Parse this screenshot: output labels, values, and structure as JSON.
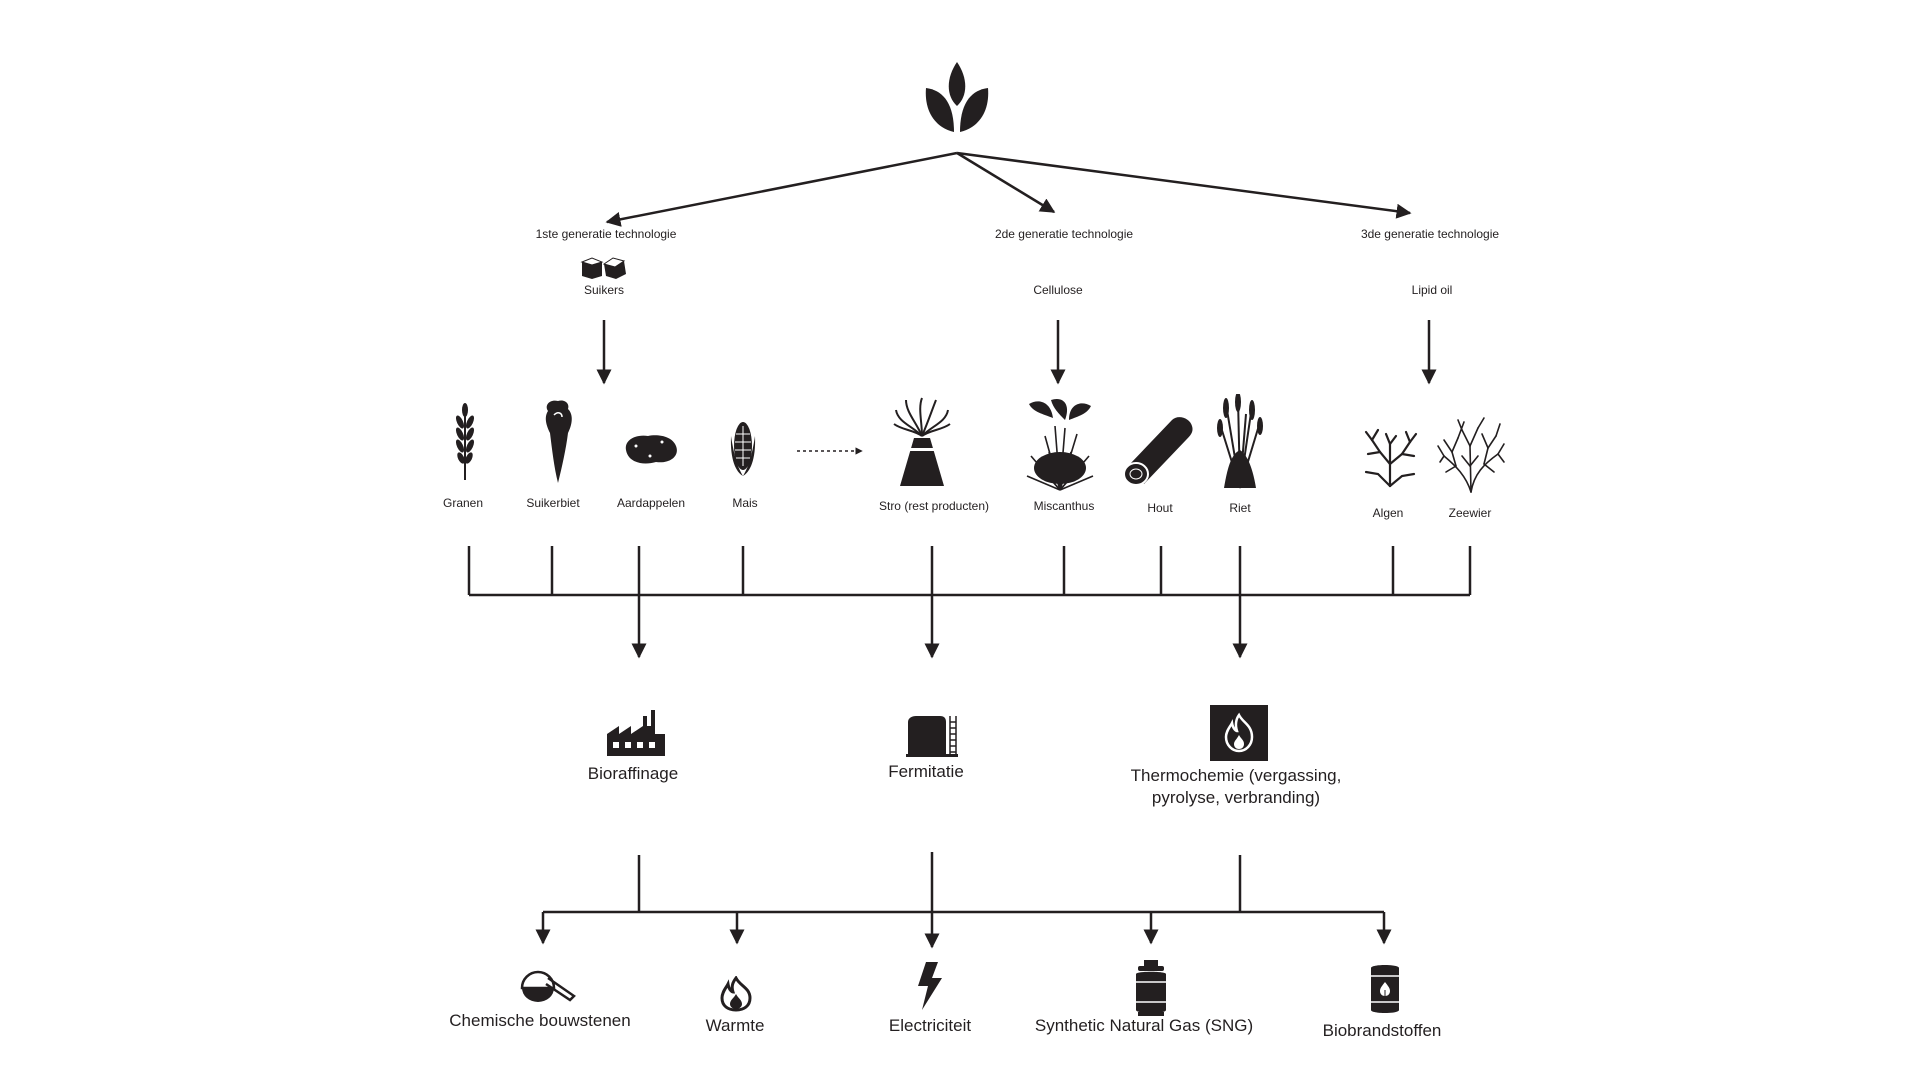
{
  "generations": [
    {
      "label": "1ste generatie technologie",
      "feedstock": "Suikers"
    },
    {
      "label": "2de generatie technologie",
      "feedstock": "Cellulose"
    },
    {
      "label": "3de generatie technologie",
      "feedstock": "Lipid oil"
    }
  ],
  "crops": [
    {
      "label": "Granen",
      "icon": "wheat-icon"
    },
    {
      "label": "Suikerbiet",
      "icon": "sugar-beet-icon"
    },
    {
      "label": "Aardappelen",
      "icon": "potato-icon"
    },
    {
      "label": "Mais",
      "icon": "corn-icon"
    },
    {
      "label": "Stro (rest producten)",
      "icon": "straw-bundle-icon"
    },
    {
      "label": "Miscanthus",
      "icon": "miscanthus-icon"
    },
    {
      "label": "Hout",
      "icon": "log-icon"
    },
    {
      "label": "Riet",
      "icon": "reed-icon"
    },
    {
      "label": "Algen",
      "icon": "algae-icon"
    },
    {
      "label": "Zeewier",
      "icon": "seaweed-icon"
    }
  ],
  "processes": [
    {
      "label": "Bioraffinage",
      "icon": "factory-icon"
    },
    {
      "label": "Fermitatie",
      "icon": "fermentation-tank-icon"
    },
    {
      "label": "Thermochemie (vergassing,",
      "label2": "pyrolyse, verbranding)",
      "icon": "fire-icon"
    }
  ],
  "products": [
    {
      "label": "Chemische bouwstenen",
      "icon": "flask-icon"
    },
    {
      "label": "Warmte",
      "icon": "flame-icon"
    },
    {
      "label": "Electriciteit",
      "icon": "lightning-icon"
    },
    {
      "label": "Synthetic Natural Gas (SNG)",
      "icon": "gas-cylinder-icon"
    },
    {
      "label": "Biobrandstoffen",
      "icon": "fuel-barrel-icon"
    }
  ],
  "colors": {
    "ink": "#231f20",
    "background": "#ffffff"
  }
}
